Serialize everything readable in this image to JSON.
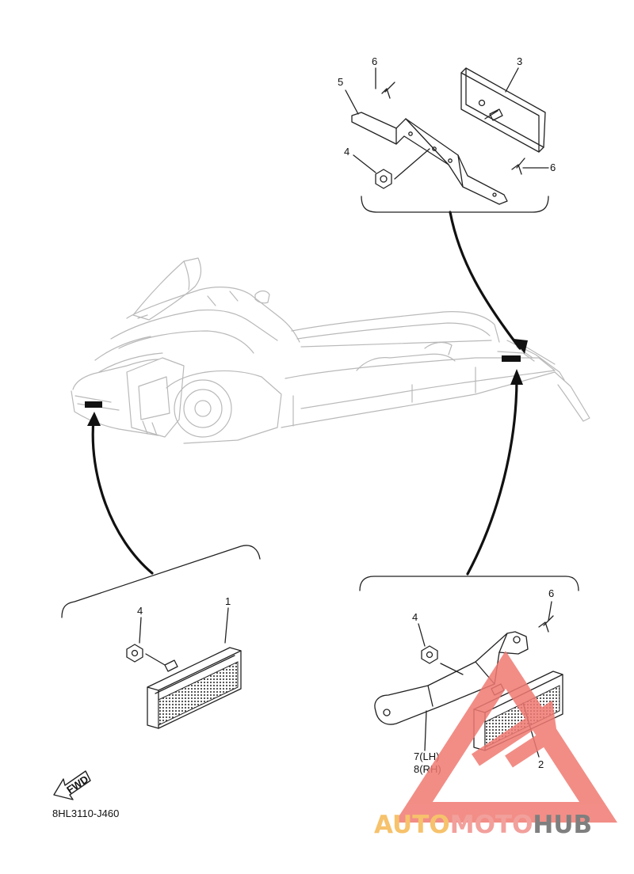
{
  "diagram": {
    "code": "8HL3110-J460",
    "fwd_label": "FWD",
    "callouts": {
      "top_6a": "6",
      "top_5": "5",
      "top_3": "3",
      "top_4": "4",
      "top_6b": "6",
      "left_4": "4",
      "left_1": "1",
      "right_6": "6",
      "right_4": "4",
      "right_7": "7(LH)",
      "right_8": "8(RH)",
      "right_2": "2"
    }
  },
  "watermark": {
    "part1": "AUTO",
    "part2": "MOTO",
    "part3": "HUB",
    "colors": {
      "auto": "#f6c26b",
      "moto": "#f2a09c",
      "hub": "#7f7f7f",
      "triangle": "#f07a72"
    }
  }
}
